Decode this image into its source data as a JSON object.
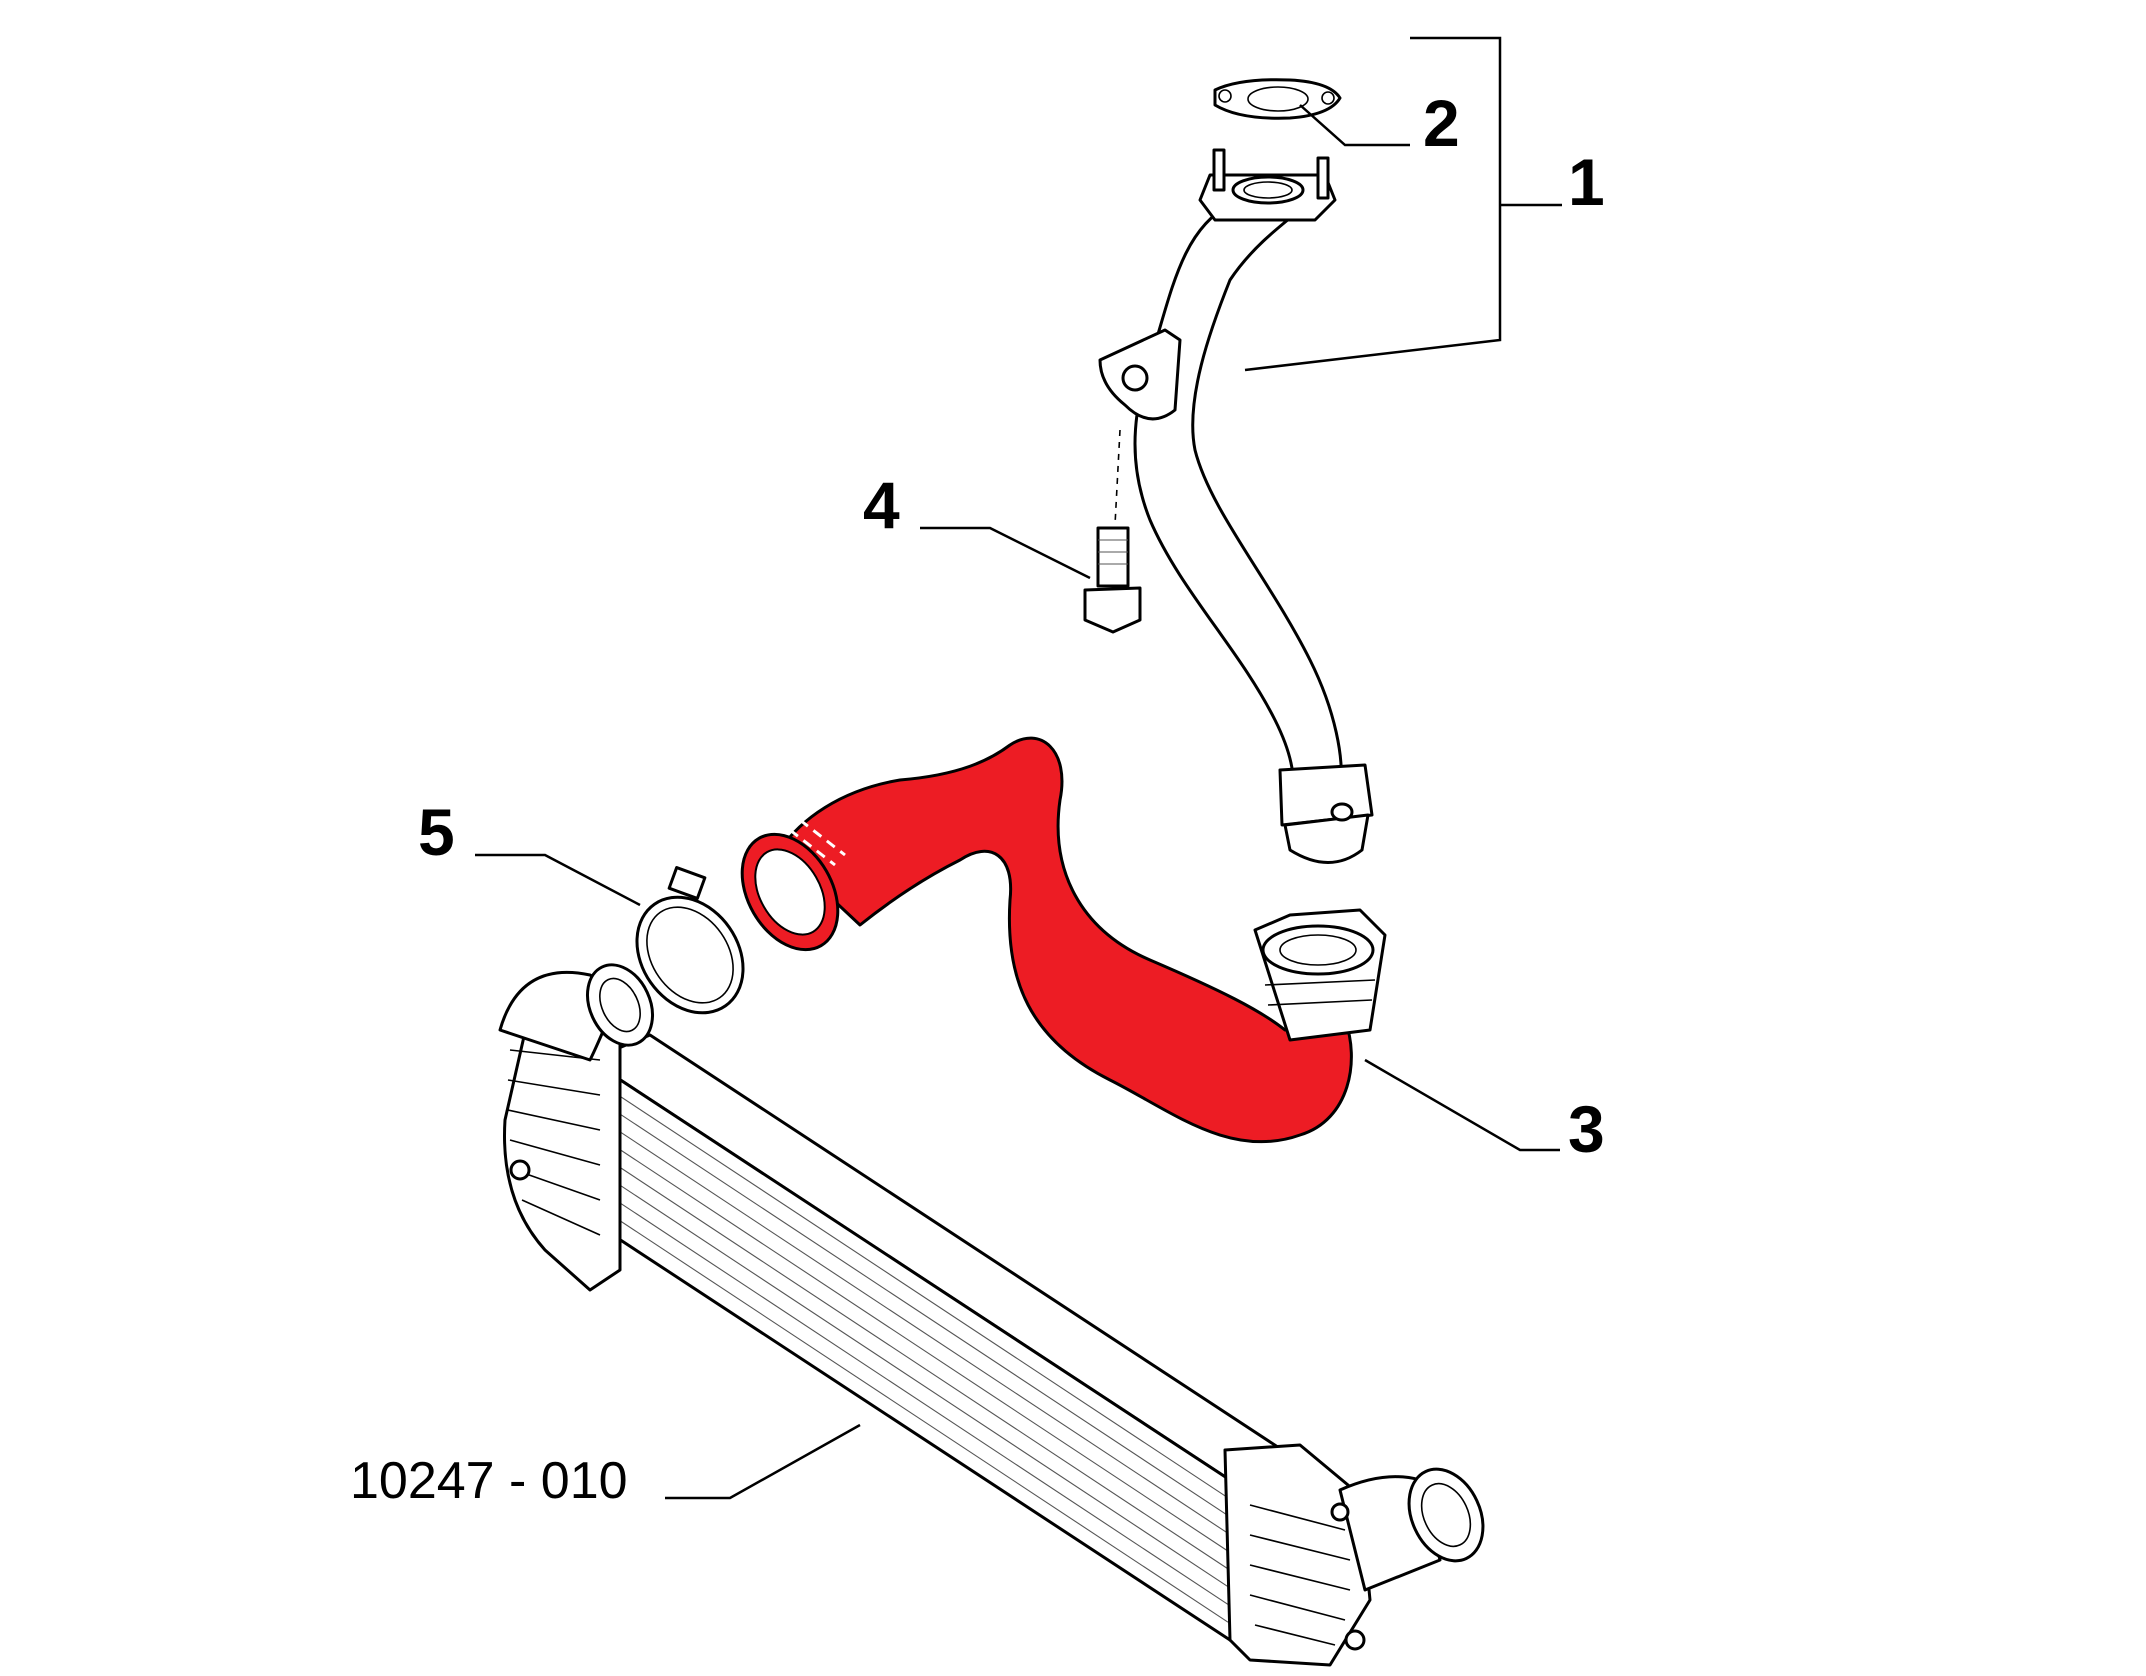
{
  "colors": {
    "highlight": "#ED1C24",
    "line": "#000000",
    "background": "#FFFFFF"
  },
  "callouts": [
    {
      "id": "1",
      "label": "1"
    },
    {
      "id": "2",
      "label": "2"
    },
    {
      "id": "3",
      "label": "3"
    },
    {
      "id": "4",
      "label": "4"
    },
    {
      "id": "5",
      "label": "5"
    }
  ],
  "reference": {
    "code": "10247 - 010"
  },
  "parts": [
    {
      "callout": "1",
      "name": "rigid intake pipe with flange",
      "icon": "metal-pipe-icon"
    },
    {
      "callout": "2",
      "name": "flange gasket",
      "icon": "gasket-icon"
    },
    {
      "callout": "3",
      "name": "intercooler hose (highlighted)",
      "icon": "hose-icon"
    },
    {
      "callout": "4",
      "name": "flange bolt",
      "icon": "bolt-icon"
    },
    {
      "callout": "5",
      "name": "hose clamp",
      "icon": "clamp-icon"
    },
    {
      "callout": "10247 - 010",
      "name": "intercooler",
      "icon": "intercooler-icon"
    }
  ]
}
